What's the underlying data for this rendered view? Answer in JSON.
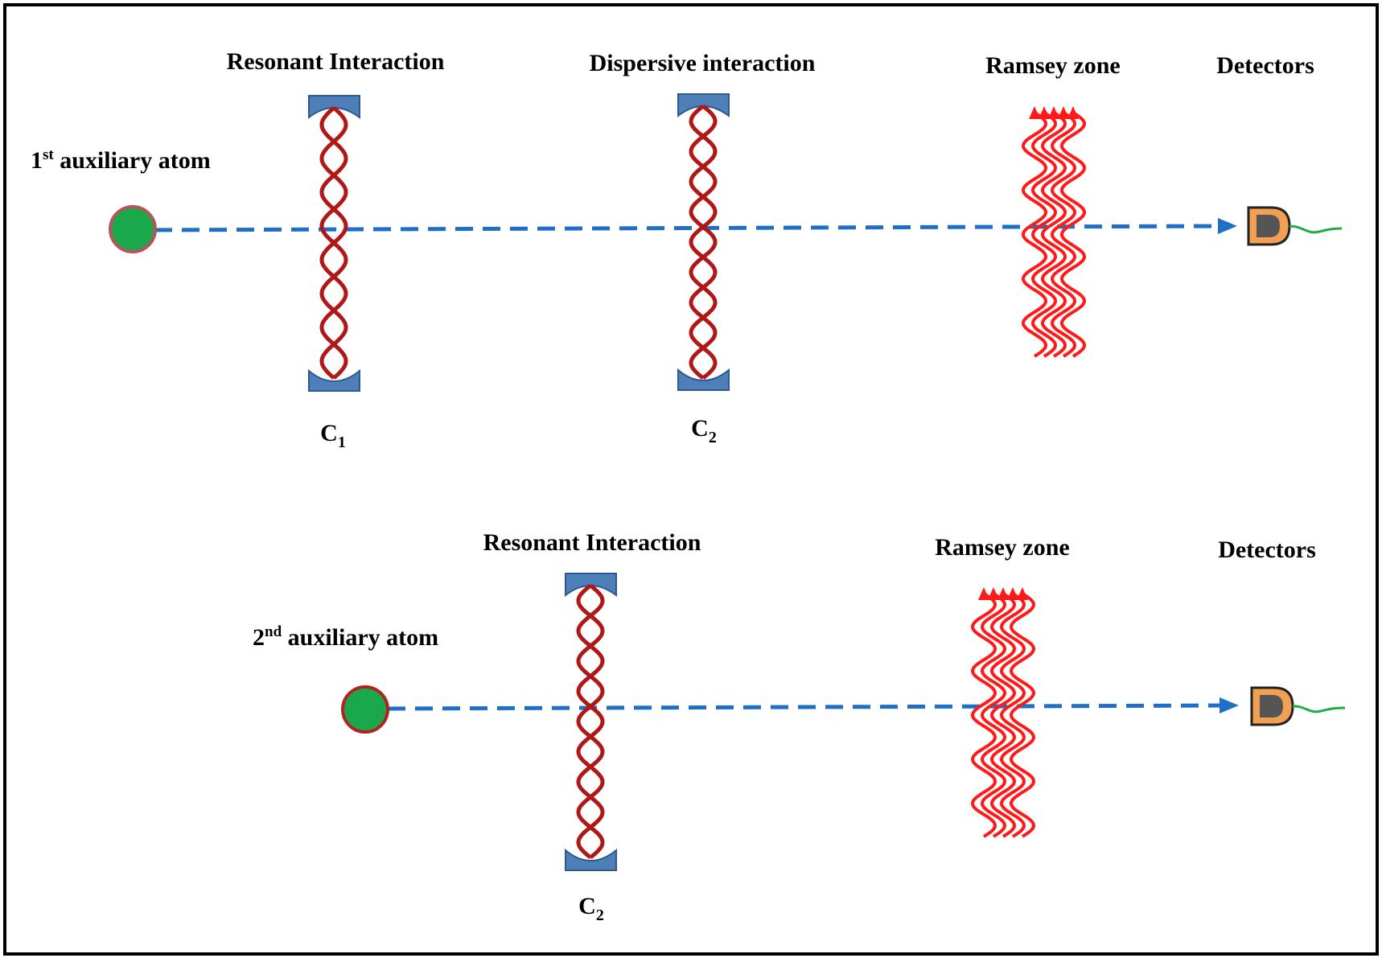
{
  "top_row": {
    "resonant_label": "Resonant Interaction",
    "dispersive_label": "Dispersive interaction",
    "ramsey_label": "Ramsey zone",
    "detectors_label": "Detectors",
    "atom_label_num": "1",
    "atom_label_sup": "st",
    "atom_label_text": " auxiliary atom",
    "cavity1": {
      "letter": "C",
      "sub": "1"
    },
    "cavity2": {
      "letter": "C",
      "sub": "2"
    }
  },
  "bottom_row": {
    "resonant_label": "Resonant Interaction",
    "ramsey_label": "Ramsey zone",
    "detectors_label": "Detectors",
    "atom_label_num": "2",
    "atom_label_sup": "nd",
    "atom_label_text": " auxiliary atom",
    "cavity": {
      "letter": "C",
      "sub": "2"
    }
  },
  "colors": {
    "beam": "#1f6fc6",
    "atom_fill": "#1aa84b",
    "atom_stroke": "#b22222",
    "field": "#b01818",
    "mirror": "#4f7fb8",
    "ramsey": "#ff1a1a",
    "detector_fill": "#f0a050",
    "detector_core": "#555555",
    "wire": "#22aa44"
  }
}
